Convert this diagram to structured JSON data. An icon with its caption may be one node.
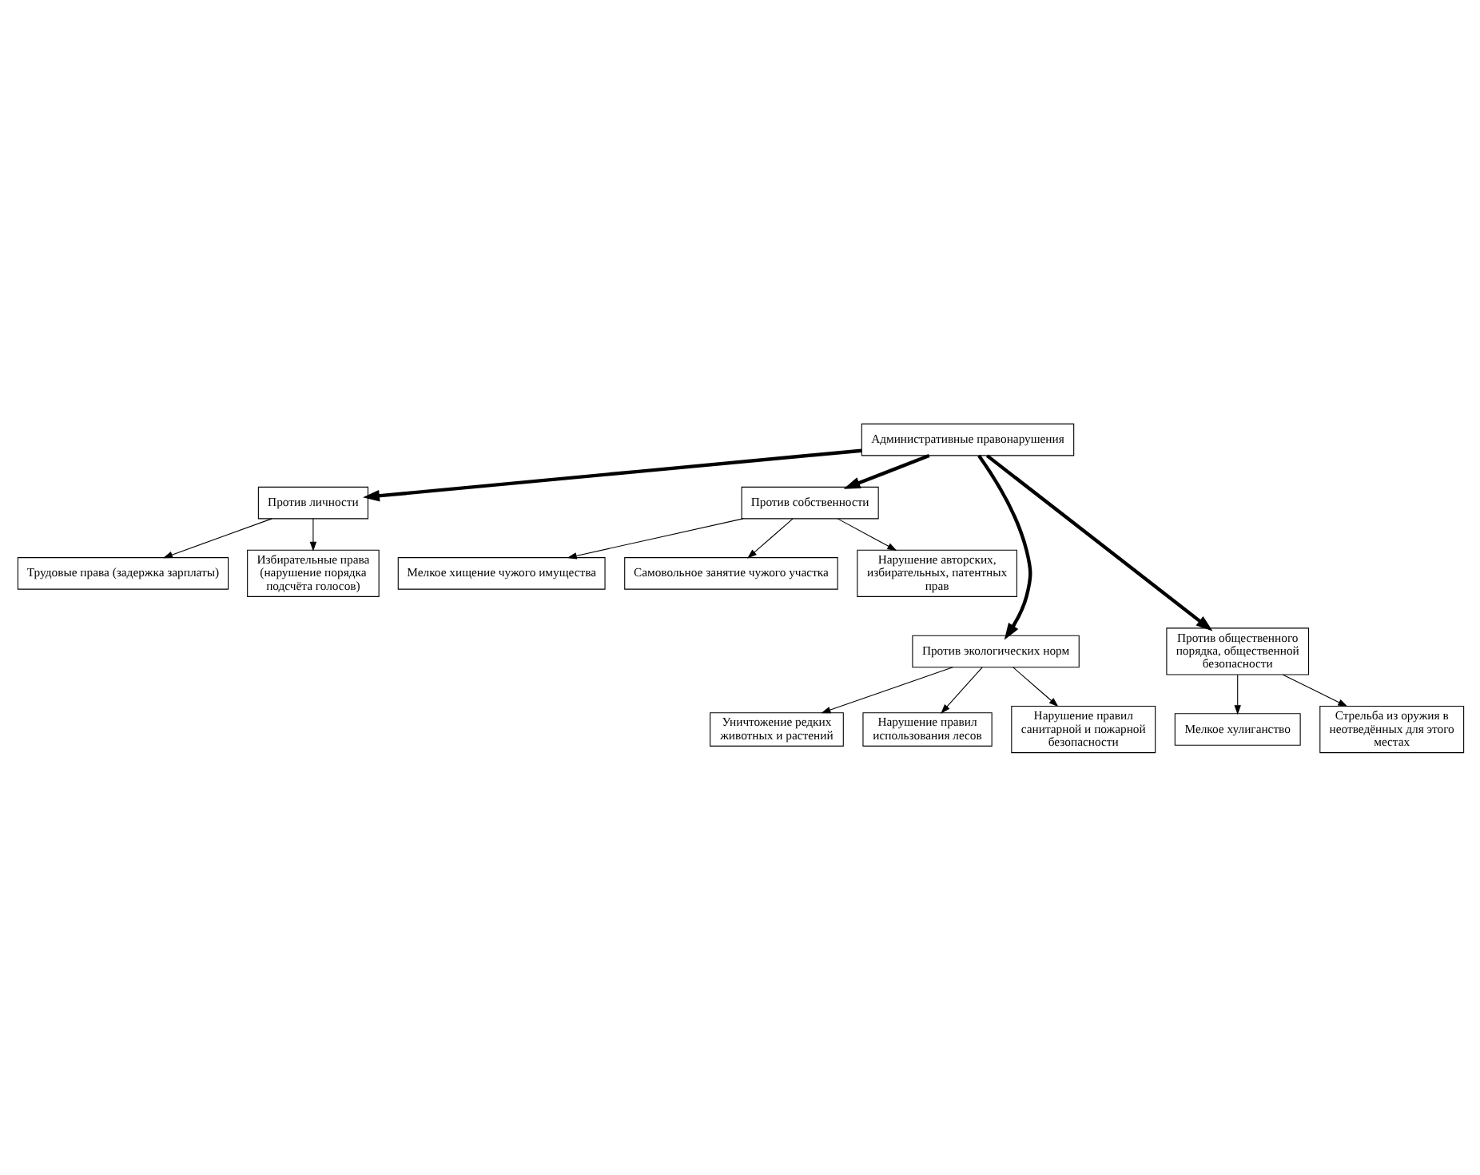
{
  "diagram": {
    "nodes": [
      {
        "text": [
          "Административные правонарушения"
        ]
      },
      {
        "text": [
          "Против личности"
        ]
      },
      {
        "text": [
          "Против собственности"
        ]
      },
      {
        "text": [
          "Трудовые права (задержка зарплаты)"
        ]
      },
      {
        "text": [
          "Избирательные права (нарушение порядка подсчёта голосов)"
        ]
      },
      {
        "text": [
          "Мелкое хищение чужого имущества"
        ]
      },
      {
        "text": [
          "Самовольное занятие чужого участка"
        ]
      },
      {
        "text": [
          "Нарушение авторских, избирательных, патентных прав"
        ]
      },
      {
        "text": [
          "Против экологических норм"
        ]
      },
      {
        "text": [
          "Против общественного порядка, общественной безопасности"
        ]
      },
      {
        "text": [
          "Уничтожение редких животных и растений"
        ]
      },
      {
        "text": [
          "Нарушение правил использования лесов"
        ]
      },
      {
        "text": [
          "Нарушение правил санитарной и пожарной безопасности"
        ]
      },
      {
        "text": [
          "Мелкое хулиганство"
        ]
      },
      {
        "text": [
          "Стрельба из оружия в неотведённых для этого местах"
        ]
      }
    ],
    "edges": [
      {
        "from": 0,
        "to": 1,
        "arrow": "to",
        "style": "thick"
      },
      {
        "from": 0,
        "to": 2,
        "arrow": "to",
        "style": "thick"
      },
      {
        "from": 0,
        "to": 8,
        "arrow": "to",
        "style": "thick"
      },
      {
        "from": 0,
        "to": 9,
        "arrow": "to",
        "style": "thick"
      },
      {
        "from": 1,
        "to": 3,
        "arrow": "to"
      },
      {
        "from": 1,
        "to": 4,
        "arrow": "to"
      },
      {
        "from": 2,
        "to": 5,
        "arrow": "to"
      },
      {
        "from": 2,
        "to": 7,
        "arrow": "to"
      },
      {
        "from": 2,
        "to": 6,
        "arrow": "to"
      },
      {
        "from": 8,
        "to": 10,
        "arrow": "to"
      },
      {
        "from": 8,
        "to": 12,
        "arrow": "to"
      },
      {
        "from": 8,
        "to": 11,
        "arrow": "to"
      },
      {
        "from": 9,
        "to": 13,
        "arrow": "to"
      },
      {
        "from": 9,
        "to": 14,
        "arrow": "to"
      }
    ]
  }
}
